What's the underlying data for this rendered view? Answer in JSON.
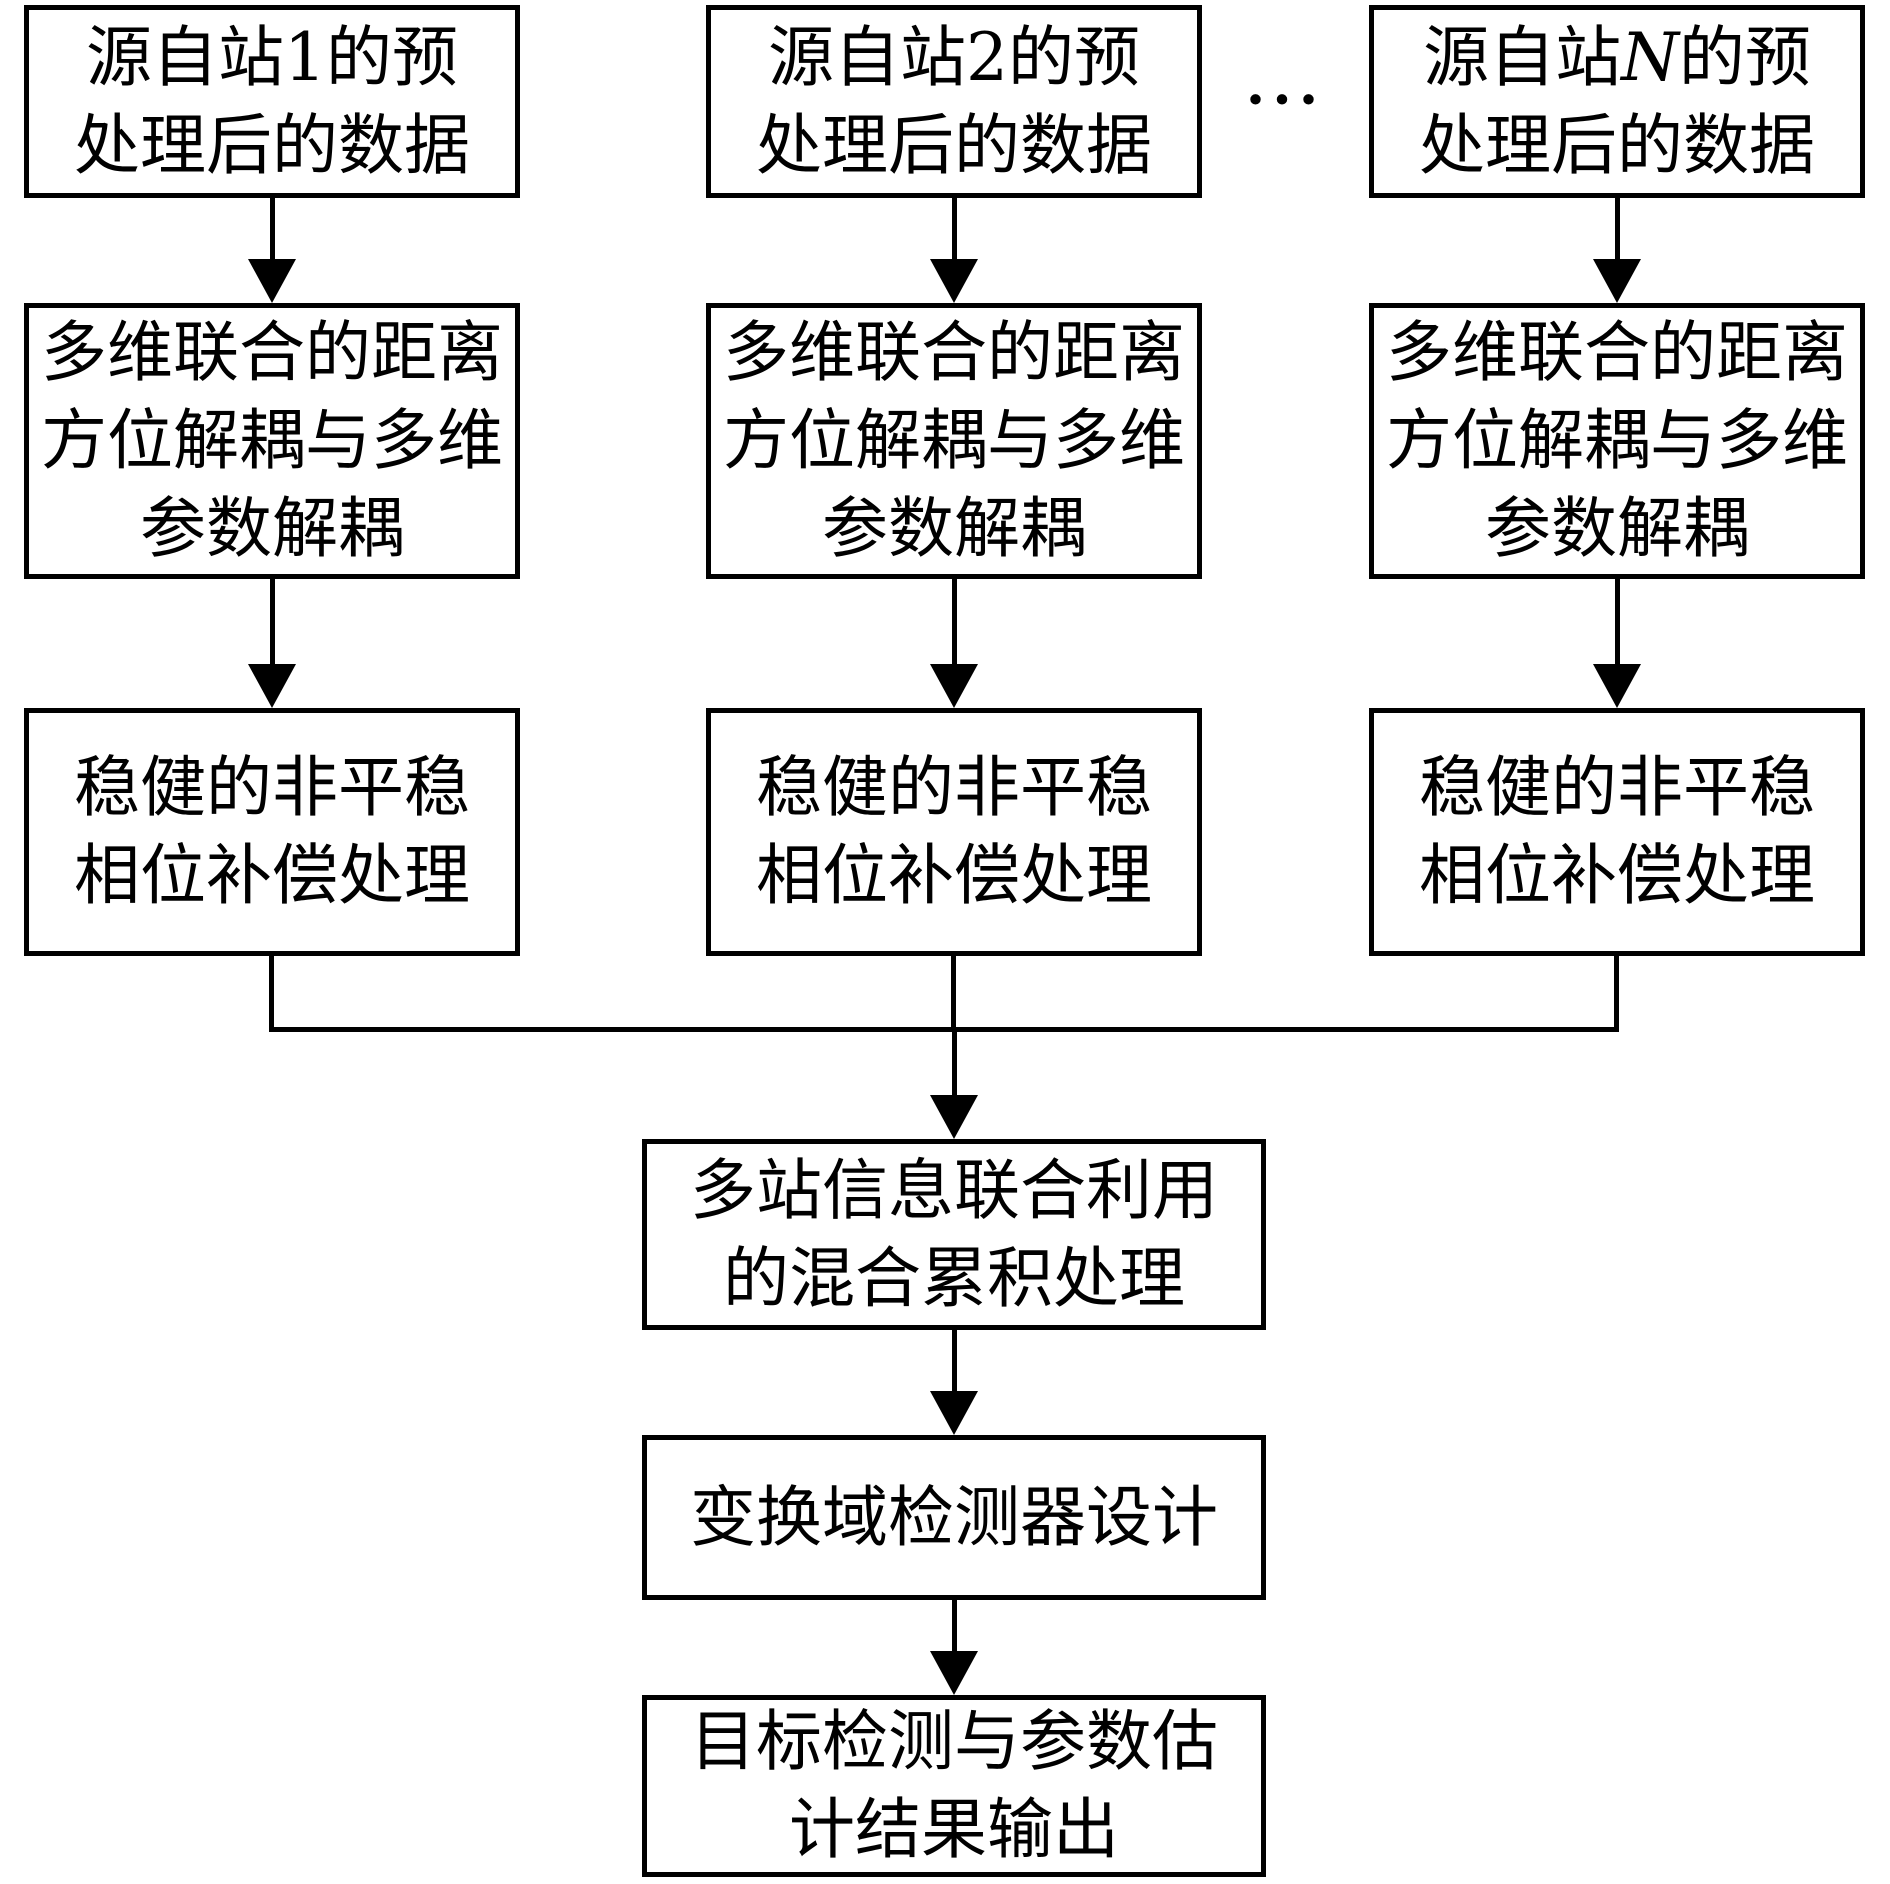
{
  "colors": {
    "line": "#000000",
    "background": "#ffffff"
  },
  "ellipsis": "···",
  "stations": [
    {
      "source_prefix": "源自站",
      "station_id": "1",
      "id_style": "normal",
      "source_suffix": "的预",
      "source_line2": "处理后的数据",
      "decouple_lines": [
        "多维联合的距离",
        "方位解耦与多维",
        "参数解耦"
      ],
      "phase_lines": [
        "稳健的非平稳",
        "相位补偿处理"
      ]
    },
    {
      "source_prefix": "源自站",
      "station_id": "2",
      "id_style": "normal",
      "source_suffix": "的预",
      "source_line2": "处理后的数据",
      "decouple_lines": [
        "多维联合的距离",
        "方位解耦与多维",
        "参数解耦"
      ],
      "phase_lines": [
        "稳健的非平稳",
        "相位补偿处理"
      ]
    },
    {
      "source_prefix": "源自站",
      "station_id": "N",
      "id_style": "italic",
      "source_suffix": "的预",
      "source_line2": "处理后的数据",
      "decouple_lines": [
        "多维联合的距离",
        "方位解耦与多维",
        "参数解耦"
      ],
      "phase_lines": [
        "稳健的非平稳",
        "相位补偿处理"
      ]
    }
  ],
  "fusion_lines": [
    "多站信息联合利用",
    "的混合累积处理"
  ],
  "detector_label": "变换域检测器设计",
  "output_lines": [
    "目标检测与参数估",
    "计结果输出"
  ]
}
